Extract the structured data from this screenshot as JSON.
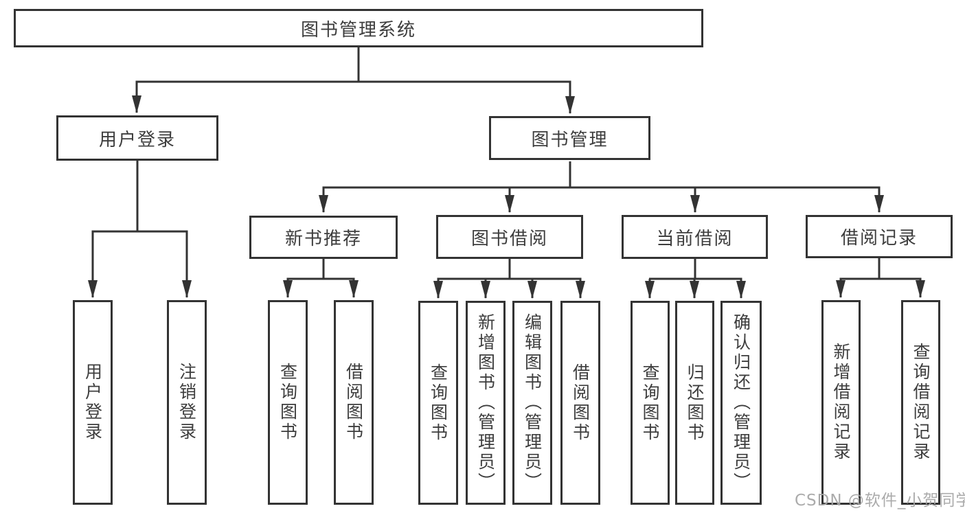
{
  "diagram_type": "tree",
  "colors": {
    "line": "#333333",
    "box_border": "#333333",
    "text": "#3d3d3d",
    "watermark": "#a6a6a6",
    "background": "#ffffff"
  },
  "tree": {
    "label": "图书管理系统",
    "children": [
      {
        "label": "用户登录",
        "children": [
          {
            "label": "用户登录"
          },
          {
            "label": "注销登录"
          }
        ]
      },
      {
        "label": "图书管理",
        "children": [
          {
            "label": "新书推荐",
            "children": [
              {
                "label": "查询图书"
              },
              {
                "label": "借阅图书"
              }
            ]
          },
          {
            "label": "图书借阅",
            "children": [
              {
                "label": "查询图书"
              },
              {
                "label": "新增图书（管理员）"
              },
              {
                "label": "编辑图书（管理员）"
              },
              {
                "label": "借阅图书"
              }
            ]
          },
          {
            "label": "当前借阅",
            "children": [
              {
                "label": "查询图书"
              },
              {
                "label": "归还图书"
              },
              {
                "label": "确认归还（管理员）"
              }
            ]
          },
          {
            "label": "借阅记录",
            "children": [
              {
                "label": "新增借阅记录"
              },
              {
                "label": "查询借阅记录"
              }
            ]
          }
        ]
      }
    ]
  },
  "watermark": {
    "text": "CSDN @软件_小贺同学"
  }
}
